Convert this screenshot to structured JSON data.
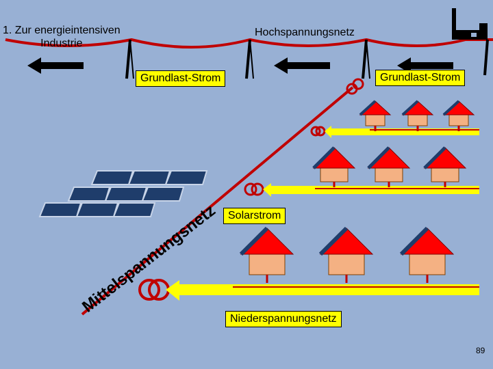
{
  "labels": {
    "industry_line1": "1. Zur energieintensiven",
    "industry_line2": "Industrie",
    "high_voltage": "Hochspannungsnetz",
    "base_load_left": "Grundlast-Strom",
    "base_load_right": "Grundlast-Strom",
    "solar": "Solarstrom",
    "medium_voltage": "Mittelspannungsnetz",
    "low_voltage": "Niederspannungsnetz",
    "page_number": "89"
  },
  "colors": {
    "background": "#98b0d4",
    "power_line": "#c00000",
    "feeder": "#ffff00",
    "roof": "#ff0000",
    "house_wall": "#f4b183",
    "solar_panel": "#1f3d6b",
    "arrow": "#000000",
    "label_box": "#ffff00"
  },
  "icons": {
    "factory": "factory-icon",
    "pylon": "pylon-icon",
    "transformer": "transformer-icon",
    "house": "house-icon",
    "solar_panel": "solar-panel-icon",
    "arrow": "arrow-left-icon"
  }
}
